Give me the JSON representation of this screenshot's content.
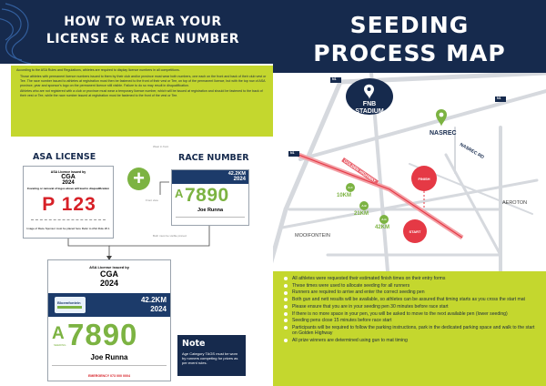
{
  "left": {
    "title_line1": "HOW TO WEAR YOUR",
    "title_line2": "LICENSE & RACE NUMBER",
    "intro_lead": "According to the ASA Rules and Regulations, athletes are required to display licence numbers in all competitions.",
    "intro_body1": "Those athletes with permanent licence numbers issued to them by their club and/or province must wear both numbers, one each on the front and back of their club vest or Tee. The race number issued to athletes at registration must then be fastened to the front of their vest or Tee, on top of the permanent licence, but with the top row of ASA province, year and sponsor's logo on the permanent licence still visible. Failure to do so may result in disqualification.",
    "intro_body2": "Athletes who are not registered with a club or province must wear a temporary licence number, which will be issued at registration and should be fastened to the back of their vest or Tee, while the race number issued at registration must be fastened to the front of the vest or Tee.",
    "asa_label": "ASA LICENSE",
    "race_label": "RACE NUMBER",
    "license": {
      "issued": "ASA Licence issued by",
      "org": "CGA",
      "year": "2024",
      "warning": "Covering or removal of logos above will lead to disqualification",
      "number": "P 123",
      "footer": "Image of Race Sponsor must be placed here Refer to ASA Rule 26.1"
    },
    "bib_small": {
      "distance": "42.2KM",
      "year": "2024",
      "letter": "A",
      "number": "7890",
      "name": "Joe Runna"
    },
    "tiny_notes": {
      "n1": "Wear in front",
      "n2": "Front view",
      "n3": "Both must be visible pinned"
    },
    "bib_big": {
      "issued": "ASA License issued by",
      "org": "CGA",
      "year": "2024",
      "logo_text": "Bloemfontein",
      "distance": "42.2KM",
      "year2": "2024",
      "letter": "A",
      "seeding": "SEEDING",
      "number": "7890",
      "name": "Joe Runna",
      "emergency": "EMERGENCY 073 000 0004"
    },
    "note": {
      "heading": "Note",
      "body": "Age Category TAGS must be worn by runners competing for prizes as per event rules."
    }
  },
  "right": {
    "title_line1": "SEEDING",
    "title_line2": "PROCESS MAP",
    "map": {
      "n1": "N1",
      "n1b": "N1",
      "n1c": "N1",
      "stadium_l1": "FNB",
      "stadium_l2": "STADIUM",
      "nasrec": "NASREC",
      "nasrec_rd": "NASREC RD",
      "golden_hwy": "GOLDEN HIGHWAY",
      "finish": "FINISH",
      "start": "START",
      "pen_a_c_l1": "A-C",
      "pen_a_c_l2": "10KM",
      "pen_a_b_l1": "A-B",
      "pen_a_b_l2": "21KM",
      "pen_a_g_l1": "A-G",
      "pen_a_g_l2": "42KM",
      "aeroton": "AEROTON",
      "mooifontein": "MOOIFONTEIN"
    },
    "bullets": [
      "All athletes were requested their estimated finish times on their entry forms",
      "These times were used to allocate seeding for all runners",
      "Runners are required to arrive and enter the correct seeding pen",
      "Both gun and nett results will be available, so athletes can be assured that timing starts as you cross the start mat",
      "Please ensure that you are in your seeding pen 30 minutes before race start",
      "If there is no more space in your pen, you will be asked to move to the next available pen (lower seeding)",
      "Seeding pens close 15 minutes before race start",
      "Participants will be required to follow the parking instructions, park in the dedicated parking space and walk to the start on Golden Highway",
      "All prize winners are determined using gun to mat timing"
    ]
  }
}
